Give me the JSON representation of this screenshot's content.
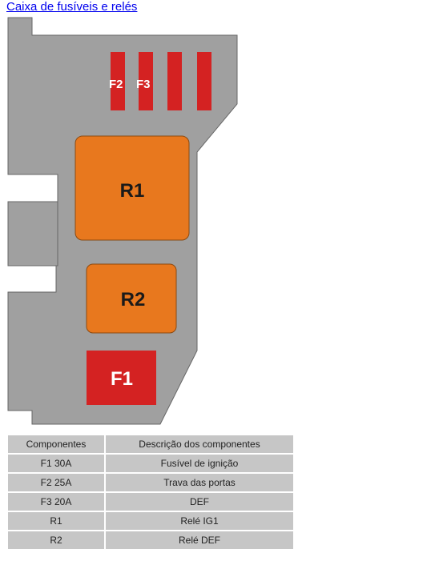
{
  "title": "Caixa de fusíveis e relés",
  "diagram": {
    "labels": {
      "f2": "F2",
      "f3": "F3",
      "r1": "R1",
      "r2": "R2",
      "f1": "F1"
    },
    "colors": {
      "housing": "#a0a0a0",
      "housing_border": "#666666",
      "fuse": "#d42222",
      "relay": "#e8781e",
      "relay_border": "#8a4a12"
    }
  },
  "table": {
    "headers": [
      "Componentes",
      "Descrição dos componentes"
    ],
    "rows": [
      [
        "F1 30A",
        "Fusível de ignição"
      ],
      [
        "F2 25A",
        "Trava das portas"
      ],
      [
        "F3 20A",
        "DEF"
      ],
      [
        "R1",
        "Relé IG1"
      ],
      [
        "R2",
        "Relé DEF"
      ]
    ]
  }
}
